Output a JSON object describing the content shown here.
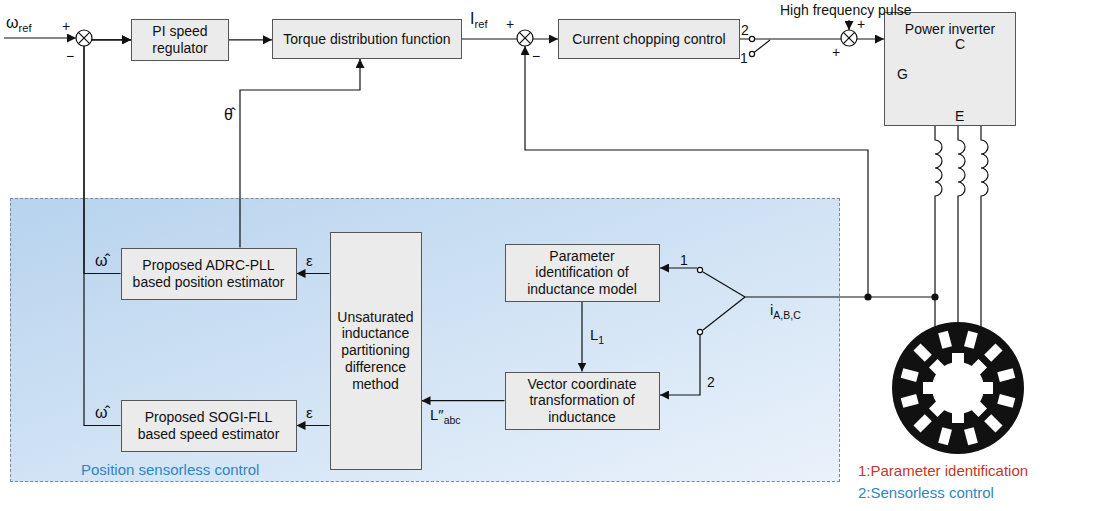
{
  "diagram": {
    "nodes": [
      {
        "text": [
          "PI speed regulator"
        ]
      },
      {
        "text": [
          "Torque distribution function"
        ]
      },
      {
        "text": [
          "Current chopping control"
        ]
      },
      {
        "text": [
          "Power inverter"
        ]
      },
      {
        "text": [
          "Position sensorless control"
        ]
      },
      {
        "text": [
          "Proposed ADRC-PLL based position estimator"
        ],
        "in": 4
      },
      {
        "text": [
          "Unsaturated inductance partitioning difference method"
        ],
        "in": 4
      },
      {
        "text": [
          "Parameter identification of inductance model"
        ],
        "in": 4
      },
      {
        "text": [
          "Proposed SOGI-FLL based speed estimator"
        ],
        "in": 4
      },
      {
        "text": [
          "Vector coordinate transformation of inductance"
        ],
        "in": 4
      }
    ],
    "edges": [
      {
        "from": 0,
        "to": 1,
        "arrow": "to"
      },
      {
        "from": 1,
        "to": 2,
        "arrow": "to",
        "label": "Iref"
      },
      {
        "from": 2,
        "to": 3,
        "arrow": "to"
      },
      {
        "from": 5,
        "to": 1,
        "arrow": "to",
        "label": "θ̂"
      },
      {
        "from": 6,
        "to": 5,
        "arrow": "to",
        "label": "ε"
      },
      {
        "from": 6,
        "to": 8,
        "arrow": "to",
        "label": "ε"
      },
      {
        "from": 9,
        "to": 6,
        "arrow": "to",
        "label": "L″abc"
      },
      {
        "from": 7,
        "to": 9,
        "arrow": "to",
        "label": "L1"
      },
      {
        "from": 5,
        "to": 0,
        "arrow": "to",
        "label": "ω̂"
      },
      {
        "from": 8,
        "to": 0,
        "arrow": "to",
        "label": "ω̂"
      }
    ],
    "labels": [
      "ωref",
      "+",
      "−",
      "+",
      "−",
      "High frequency pulse",
      "2",
      "1",
      "+",
      "+",
      "G",
      "C",
      "E",
      "1",
      "2",
      "iA,B,C",
      "1:Parameter identification",
      "2:Sensorless control"
    ]
  }
}
